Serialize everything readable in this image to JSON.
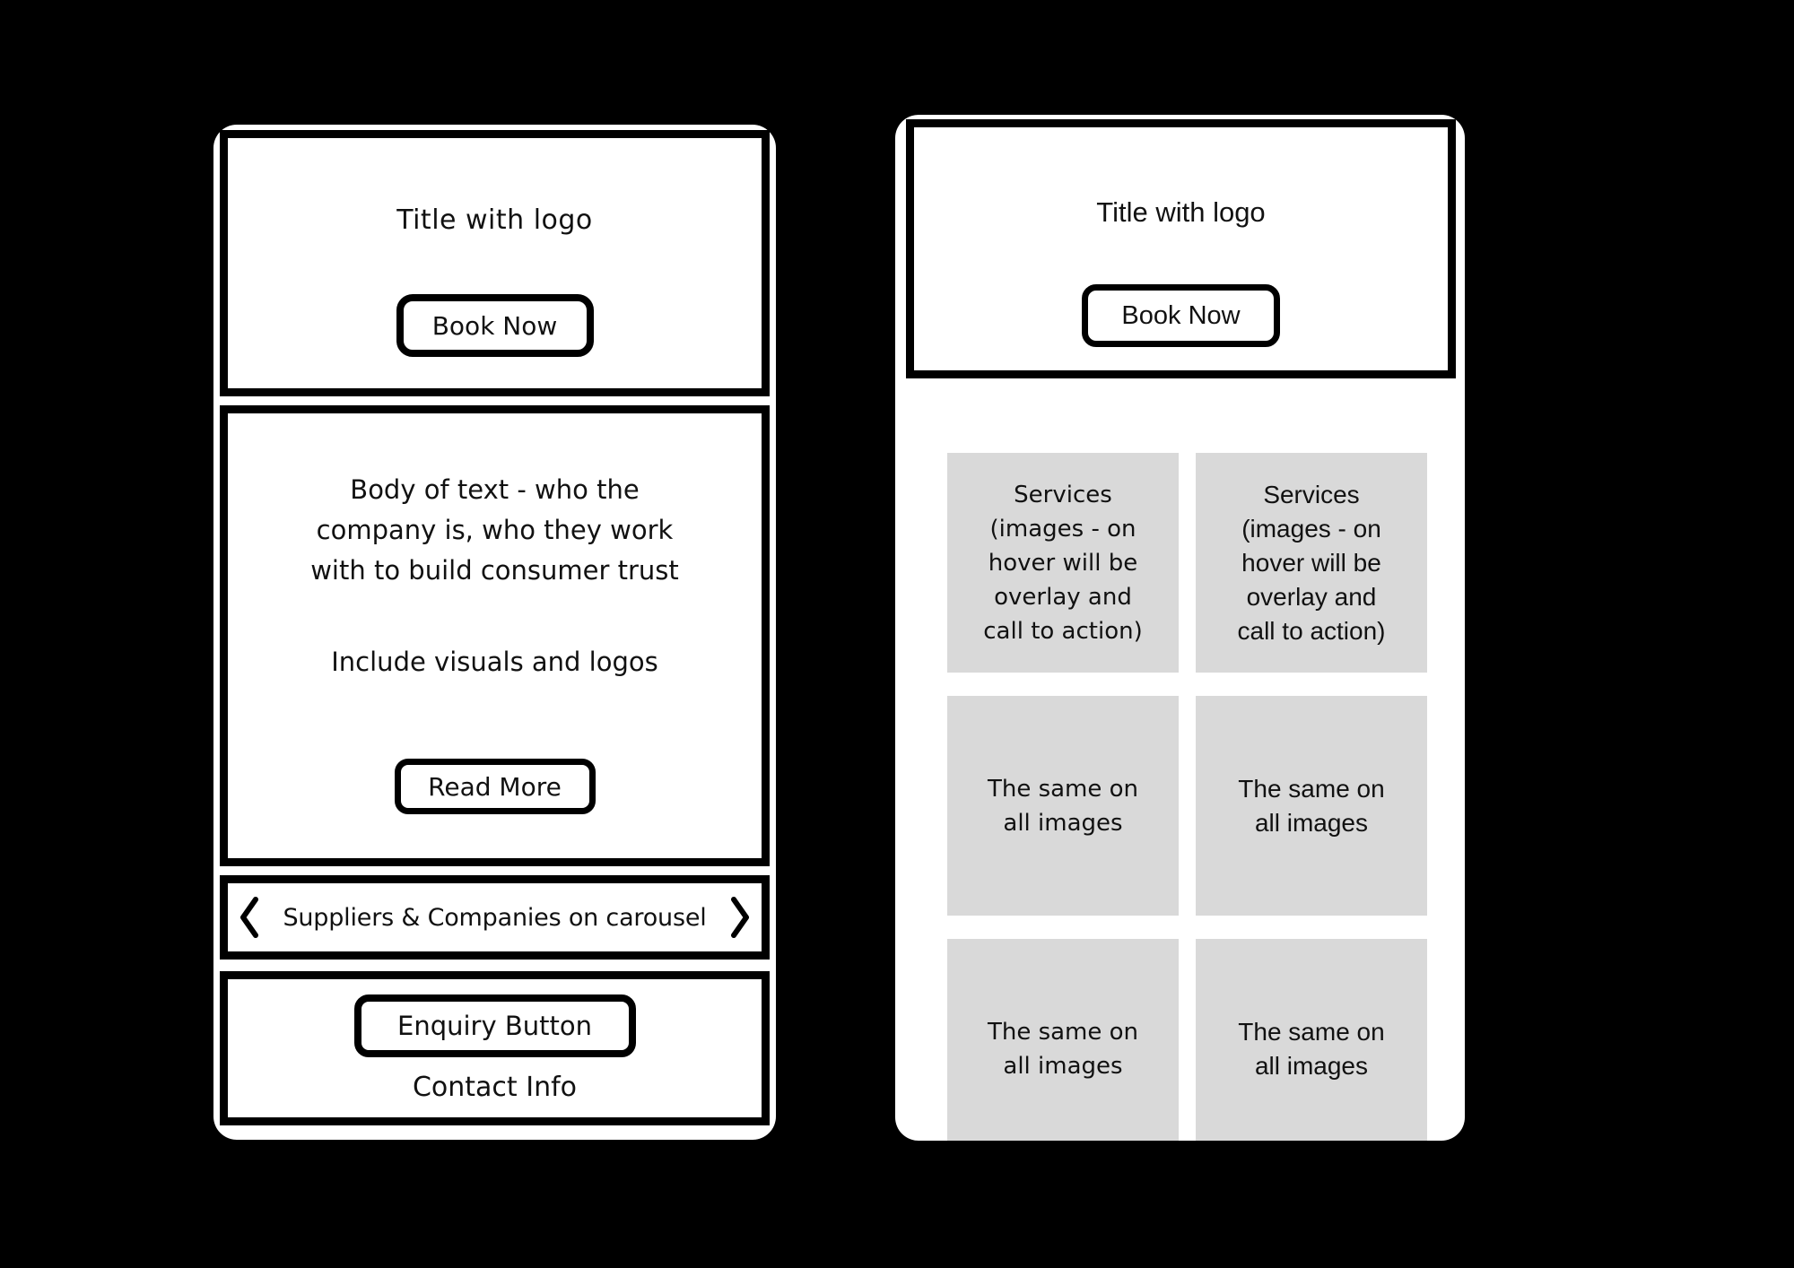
{
  "colors": {
    "background": "#000000",
    "panel": "#ffffff",
    "outline": "#000000",
    "tile_gray": "#d9d9d9",
    "ink": "#111111"
  },
  "left_panel": {
    "hero": {
      "title": "Title with logo",
      "cta_label": "Book Now"
    },
    "body": {
      "paragraph": "Body of text - who the\ncompany is, who they work\nwith to build consumer trust",
      "visuals_note": "Include visuals and logos",
      "cta_label": "Read More"
    },
    "carousel": {
      "label": "Suppliers & Companies on carousel",
      "prev_icon": "chevron-left",
      "next_icon": "chevron-right"
    },
    "footer": {
      "cta_label": "Enquiry Button",
      "contact_label": "Contact Info"
    }
  },
  "right_panel": {
    "hero": {
      "title": "Title with logo",
      "cta_label": "Book Now"
    },
    "grid": {
      "cells": [
        {
          "text": "Services\n(images - on\nhover will be\noverlay and\ncall to action)"
        },
        {
          "text": "Services\n(images - on\nhover will be\noverlay and\ncall to action)"
        },
        {
          "text": "The same on\nall images"
        },
        {
          "text": "The same on\nall images"
        },
        {
          "text": "The same on\nall images"
        },
        {
          "text": "The same on\nall images"
        }
      ]
    }
  }
}
